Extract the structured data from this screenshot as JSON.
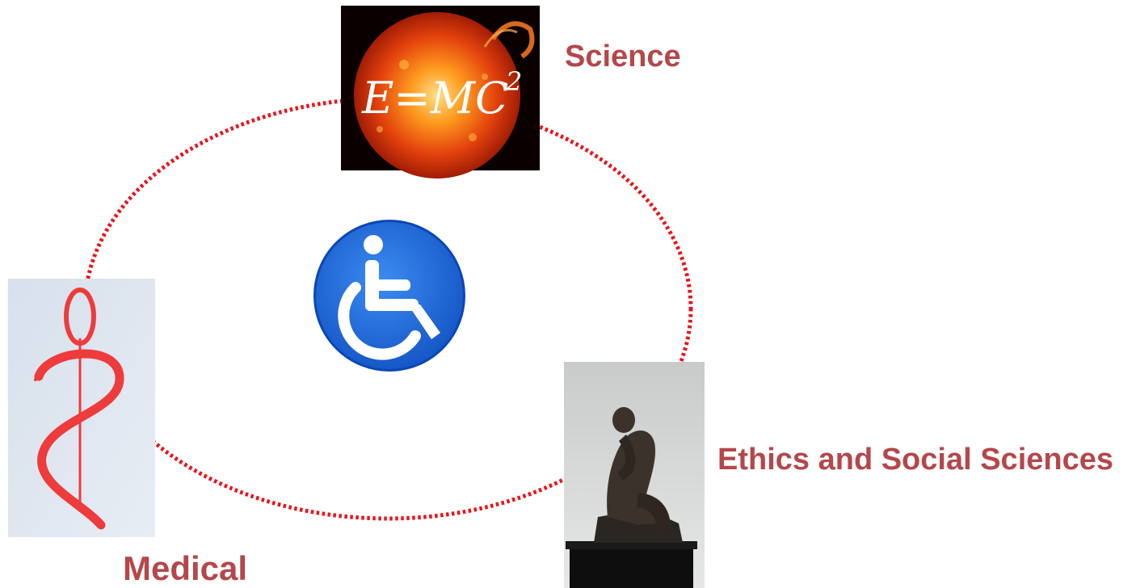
{
  "colors": {
    "label": "#B5474A",
    "cycle_dots": "#E8141B",
    "wheelchair_disc": "#1F6FE0",
    "wheelchair_ring": "#0A47B6",
    "wheelchair_figure": "#FFFFFF",
    "symbol_red": "#EE3B3B",
    "symbol_bg": "#D9E2EE"
  },
  "labels": {
    "science": "Science",
    "ethics": "Ethics and Social Sciences",
    "medical": "Medical"
  },
  "science_image": {
    "formula_text": "E=MC",
    "formula_exponent": "2"
  },
  "icons": {
    "center": "wheelchair-accessibility-icon",
    "science": "sun-formula-image",
    "medical": "serpent-staff-symbol",
    "ethics": "thinker-statue-image"
  }
}
